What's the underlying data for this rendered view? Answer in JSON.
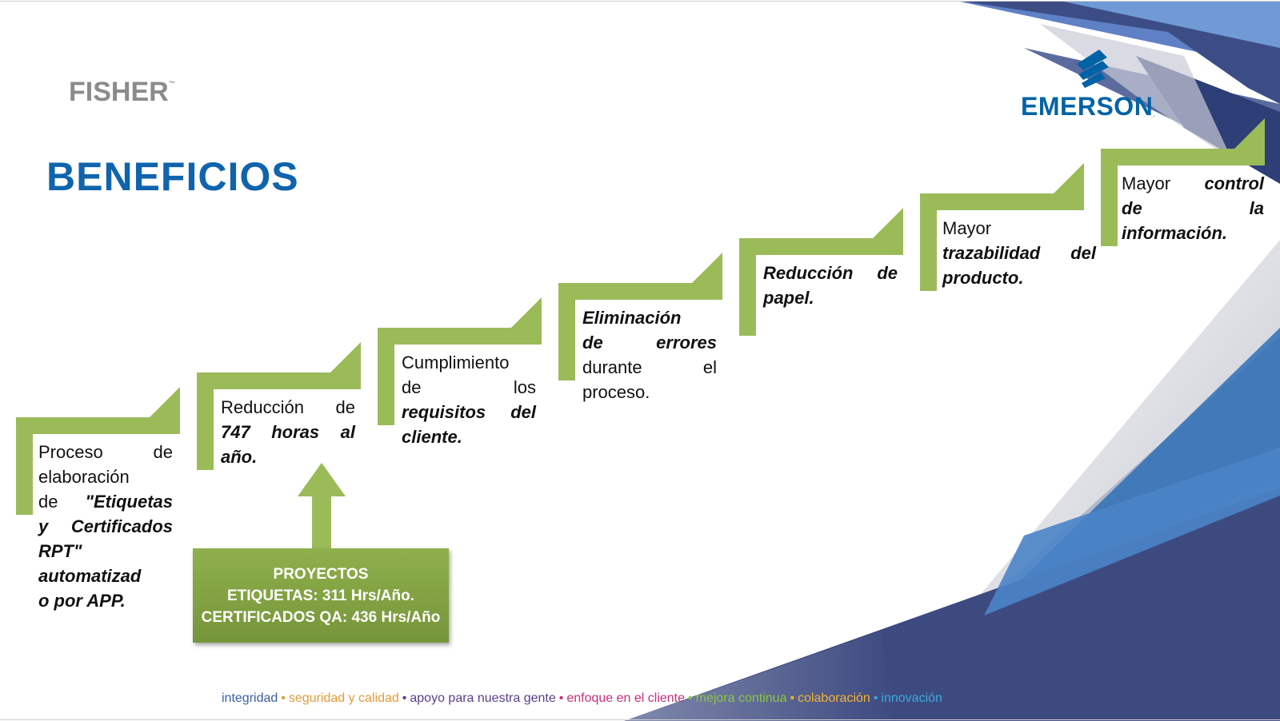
{
  "brand": {
    "fisher": "FISHER",
    "fisher_tm": "™",
    "emerson": "EMERSON",
    "emerson_tm": "."
  },
  "title": "BENEFICIOS",
  "colors": {
    "title_blue": "#0f64ad",
    "step_green": "#9bbb59",
    "box_green": "#7f9f40",
    "navy": "#3c4a7f",
    "blue": "#2b6fb5"
  },
  "steps": [
    {
      "lines": [
        {
          "parts": [
            {
              "t": "Proceso de",
              "b": false
            }
          ]
        },
        {
          "parts": [
            {
              "t": "elaboración",
              "b": false
            }
          ]
        },
        {
          "parts": [
            {
              "t": "de ",
              "b": false
            },
            {
              "t": "\"Etiquetas",
              "b": true
            }
          ]
        },
        {
          "parts": [
            {
              "t": "y Certificados",
              "b": true
            }
          ]
        },
        {
          "parts": [
            {
              "t": "RPT\"",
              "b": true
            }
          ]
        },
        {
          "parts": [
            {
              "t": "automatizad",
              "b": true
            }
          ]
        },
        {
          "parts": [
            {
              "t": "o por APP.",
              "b": true
            }
          ]
        }
      ]
    },
    {
      "lines": [
        {
          "parts": [
            {
              "t": "Reducción de",
              "b": false
            }
          ]
        },
        {
          "parts": [
            {
              "t": "747 horas al",
              "b": true
            }
          ]
        },
        {
          "parts": [
            {
              "t": "año.",
              "b": true
            }
          ]
        }
      ]
    },
    {
      "lines": [
        {
          "parts": [
            {
              "t": "Cumplimiento",
              "b": false
            }
          ]
        },
        {
          "parts": [
            {
              "t": "de los",
              "b": false
            }
          ]
        },
        {
          "parts": [
            {
              "t": "requisitos del",
              "b": true
            }
          ]
        },
        {
          "parts": [
            {
              "t": "cliente.",
              "b": true
            }
          ]
        }
      ]
    },
    {
      "lines": [
        {
          "parts": [
            {
              "t": "Eliminación",
              "b": true
            }
          ]
        },
        {
          "parts": [
            {
              "t": "de errores",
              "b": true
            }
          ]
        },
        {
          "parts": [
            {
              "t": "durante el",
              "b": false
            }
          ]
        },
        {
          "parts": [
            {
              "t": "proceso.",
              "b": false
            }
          ]
        }
      ]
    },
    {
      "lines": [
        {
          "parts": [
            {
              "t": "Reducción de",
              "b": true
            }
          ]
        },
        {
          "parts": [
            {
              "t": "papel.",
              "b": true
            }
          ]
        }
      ]
    },
    {
      "lines": [
        {
          "parts": [
            {
              "t": "Mayor",
              "b": false
            }
          ]
        },
        {
          "parts": [
            {
              "t": "trazabilidad del",
              "b": true
            }
          ]
        },
        {
          "parts": [
            {
              "t": "producto.",
              "b": true
            }
          ]
        }
      ]
    },
    {
      "lines": [
        {
          "parts": [
            {
              "t": "Mayor ",
              "b": false
            },
            {
              "t": "control",
              "b": true
            }
          ]
        },
        {
          "parts": [
            {
              "t": "de la",
              "b": true
            }
          ]
        },
        {
          "parts": [
            {
              "t": "información.",
              "b": true
            }
          ]
        }
      ]
    }
  ],
  "projects": {
    "line1": "PROYECTOS",
    "line2": "ETIQUETAS: 311 Hrs/Año.",
    "line3": "CERTIFICADOS QA: 436 Hrs/Año"
  },
  "values": [
    {
      "text": "integridad",
      "color": "#3a5ea3"
    },
    {
      "text": "seguridad y calidad",
      "color": "#e39a3a"
    },
    {
      "text": "apoyo para nuestra gente",
      "color": "#5a3e8c"
    },
    {
      "text": "enfoque en el cliente",
      "color": "#c4307a"
    },
    {
      "text": "mejora continua",
      "color": "#8cc63f"
    },
    {
      "text": "colaboración",
      "color": "#f2b233"
    },
    {
      "text": "innovación",
      "color": "#3aa8dc"
    }
  ],
  "separator": "•"
}
